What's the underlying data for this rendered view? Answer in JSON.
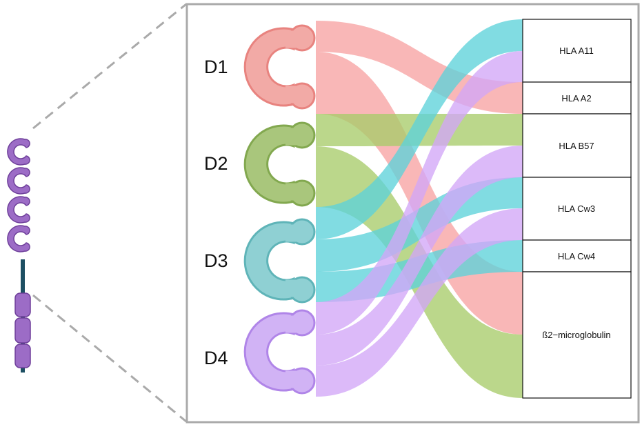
{
  "diagram": {
    "domains": [
      {
        "label": "D1",
        "color": "#e8837f",
        "fill": "#f2aaa6"
      },
      {
        "label": "D2",
        "color": "#82a84f",
        "fill": "#a9c67c"
      },
      {
        "label": "D3",
        "color": "#5fb4b8",
        "fill": "#8fd0d3"
      },
      {
        "label": "D4",
        "color": "#b085e8",
        "fill": "#d1b3f5"
      }
    ],
    "targets": [
      {
        "label": "HLA A11"
      },
      {
        "label": "HLA A2"
      },
      {
        "label": "HLA B57"
      },
      {
        "label": "HLA Cw3"
      },
      {
        "label": "HLA Cw4"
      },
      {
        "label": "ß2−microglobulin"
      }
    ],
    "flow_colors": {
      "D1": "#f7a3a3",
      "D2": "#a8cc6a",
      "D3": "#5ed2da",
      "D4": "#d2a6f7"
    },
    "links": [
      {
        "from": "D1",
        "to": "HLA A2"
      },
      {
        "from": "D1",
        "to": "ß2−microglobulin"
      },
      {
        "from": "D2",
        "to": "HLA B57"
      },
      {
        "from": "D2",
        "to": "ß2−microglobulin"
      },
      {
        "from": "D3",
        "to": "HLA A11"
      },
      {
        "from": "D3",
        "to": "HLA Cw3"
      },
      {
        "from": "D3",
        "to": "HLA Cw4"
      },
      {
        "from": "D4",
        "to": "HLA A11"
      },
      {
        "from": "D4",
        "to": "HLA B57"
      },
      {
        "from": "D4",
        "to": "HLA Cw3"
      }
    ],
    "colors": {
      "frame": "#aaaaaa",
      "dash": "#aaaaaa",
      "molecule": "#9c6cc6",
      "molecule_stroke": "#6e3f9a",
      "stalk": "#1d4f63"
    }
  }
}
